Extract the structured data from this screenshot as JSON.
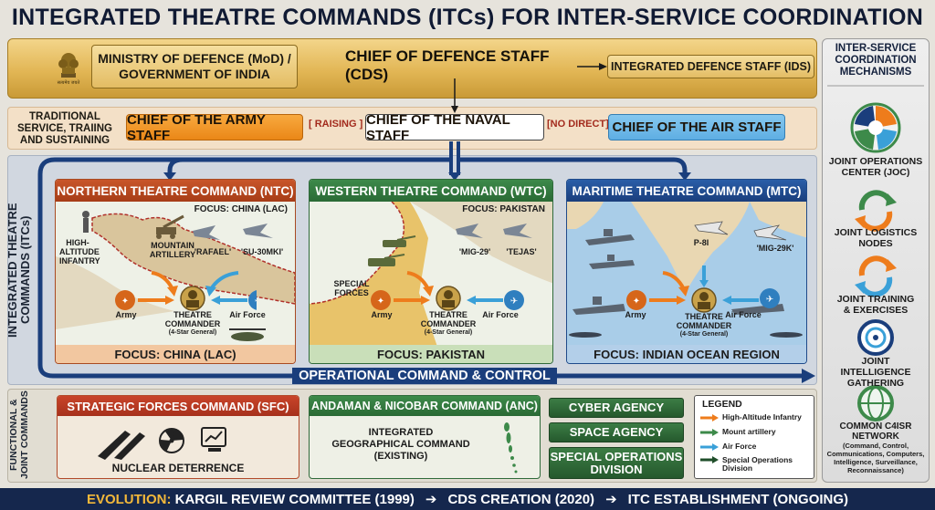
{
  "title": "INTEGRATED THEATRE COMMANDS (ITCs) FOR INTER-SERVICE COORDINATION",
  "mod": {
    "line1": "MINISTRY OF DEFENCE (MoD) /",
    "line2": "GOVERNMENT OF INDIA",
    "emblem_caption": "सत्यमेव जयते"
  },
  "cds": "CHIEF OF DEFENCE STAFF (CDS)",
  "ids": "INTEGRATED DEFENCE STAFF (IDS)",
  "traditional": {
    "l1": "TRADITIONAL",
    "l2": "SERVICE, TRAIING",
    "l3": "AND SUSTAINING"
  },
  "chiefs": {
    "army": "CHIEF OF THE ARMY STAFF",
    "navy": "CHIEF OF THE NAVAL STAFF",
    "air": "CHIEF OF THE AIR STAFF"
  },
  "brackets": {
    "raising": "[ RAISING ]",
    "nodirect": "[NO DIRECT]"
  },
  "itc_label": {
    "l1": "INTEGRATED THEATRE",
    "l2": "COMMANDS (ITCs)"
  },
  "commands": {
    "ntc": {
      "title": "NORTHERN THEATRE COMMAND (NTC)",
      "focus_top": "FOCUS: CHINA (LAC)",
      "foot": "FOCUS: CHINA (LAC)",
      "infantry_l1": "HIGH-",
      "infantry_l2": "ALTITUDE",
      "infantry_l3": "INFANTRY",
      "artillery_l1": "MOUNTAIN",
      "artillery_l2": "ARTILLERY",
      "jet1": "'RAFAEL'",
      "jet2": "'SU-30MKI'"
    },
    "wtc": {
      "title": "WESTERN THEATRE COMMAND (WTC)",
      "focus_top": "FOCUS: PAKISTAN",
      "foot": "FOCUS: PAKISTAN",
      "sf_l1": "SPECIAL",
      "sf_l2": "FORCES",
      "jet1": "'MIG-29'",
      "jet2": "'TEJAS'"
    },
    "mtc": {
      "title": "MARITIME THEATRE COMMAND (MTC)",
      "foot": "FOCUS: INDIAN OCEAN REGION",
      "p8": "P-8I",
      "jet": "'MIG-29K'"
    }
  },
  "theatre": {
    "army": "Army",
    "airforce": "Air Force",
    "cmdr_l1": "THEATRE",
    "cmdr_l2": "COMMANDER",
    "cmdr_l3": "(4-Star General)"
  },
  "op_command": "OPERATIONAL COMMAND & CONTROL",
  "fj_label": {
    "l1": "FUNCTIONAL &",
    "l2": "JOINT COMMANDS"
  },
  "sfc": {
    "title": "STRATEGIC FORCES COMMAND (SFC)",
    "body": "NUCLEAR DETERRENCE"
  },
  "anc": {
    "title": "ANDAMAN & NICOBAR COMMAND (ANC)",
    "l1": "INTEGRATED",
    "l2": "GEOGRAPHICAL COMMAND",
    "l3": "(EXISTING)"
  },
  "agencies": {
    "cyber": "CYBER AGENCY",
    "space": "SPACE AGENCY",
    "sod_l1": "SPECIAL OPERATIONS",
    "sod_l2": "DIVISION"
  },
  "legend": {
    "title": "LEGEND",
    "items": [
      "High-Altitude Infantry",
      "Mount artillery",
      "Air Force",
      "Special Operations",
      "Division"
    ]
  },
  "colors": {
    "orange": "#ee7c1c",
    "green": "#3d8a4a",
    "blue": "#3aa0d8",
    "dark_green": "#1f4e2a",
    "navy": "#1a3e7c"
  },
  "mechanisms": {
    "title_l1": "INTER-SERVICE",
    "title_l2": "COORDINATION",
    "title_l3": "MECHANISMS",
    "joc_l1": "JOINT OPERATIONS",
    "joc_l2": "CENTER (JOC)",
    "jln_l1": "JOINT LOGISTICS",
    "jln_l2": "NODES",
    "jte_l1": "JOINT TRAINING",
    "jte_l2": "& EXERCISES",
    "jig_l1": "JOINT",
    "jig_l2": "INTELLIGENCE",
    "jig_l3": "GATHERING",
    "c4_l1": "COMMON C4ISR",
    "c4_l2": "NETWORK",
    "c4_d1": "(Command, Control,",
    "c4_d2": "Communications, Computers,",
    "c4_d3": "Intelligence, Surveillance,",
    "c4_d4": "Reconnaissance)"
  },
  "footer": {
    "evolution": "EVOLUTION:",
    "s1": "KARGIL REVIEW COMMITTEE (1999)",
    "s2": "CDS CREATION (2020)",
    "s3": "ITC ESTABLISHMENT (ONGOING)",
    "arrow": "➔"
  }
}
